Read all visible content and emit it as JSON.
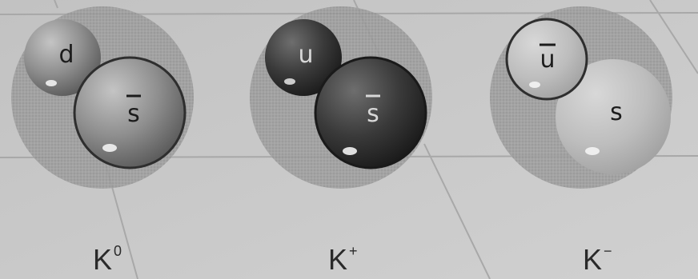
{
  "mesons": [
    {
      "name": "K",
      "charge_superscript": "0",
      "quarks": [
        {
          "symbol": "d",
          "antiquark": false,
          "tone": "medium"
        },
        {
          "symbol": "s",
          "antiquark": true,
          "tone": "medium"
        }
      ]
    },
    {
      "name": "K",
      "charge_superscript": "+",
      "quarks": [
        {
          "symbol": "u",
          "antiquark": false,
          "tone": "dark"
        },
        {
          "symbol": "s",
          "antiquark": true,
          "tone": "dark"
        }
      ]
    },
    {
      "name": "K",
      "charge_superscript": "−",
      "quarks": [
        {
          "symbol": "u",
          "antiquark": true,
          "tone": "light"
        },
        {
          "symbol": "s",
          "antiquark": false,
          "tone": "light"
        }
      ]
    }
  ],
  "colors": {
    "background": "#c9c9c9",
    "halo": "#9a9a9a",
    "quark_medium": "#8c8c8c",
    "quark_dark": "#3a3a3a",
    "quark_light": "#b9b9b9"
  }
}
